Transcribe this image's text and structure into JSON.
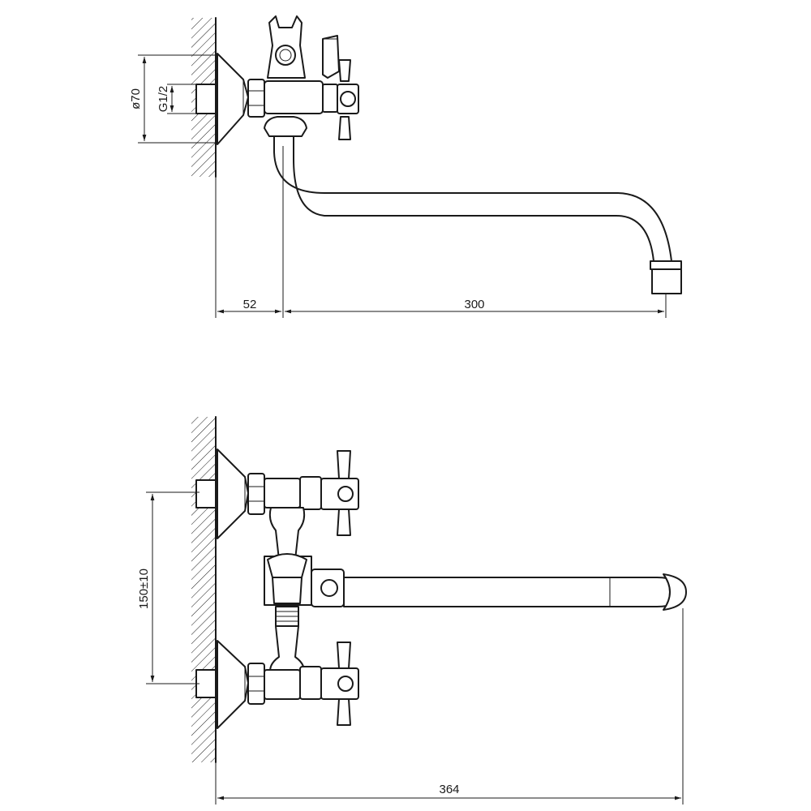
{
  "dimensions": {
    "flange_diameter": "ø70",
    "thread": "G1/2",
    "wall_to_body": "52",
    "spout_reach": "300",
    "inlet_spacing": "150±10",
    "total_length": "364"
  }
}
